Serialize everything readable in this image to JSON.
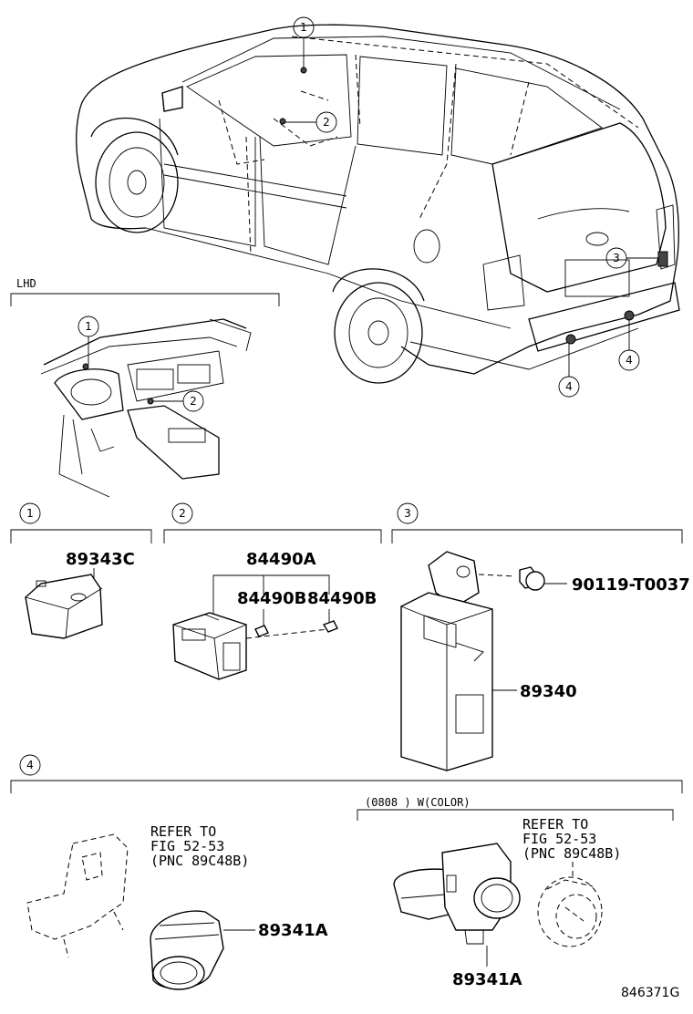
{
  "callouts": {
    "c1": "1",
    "c2": "2",
    "c3": "3",
    "c4": "4"
  },
  "sections": {
    "lhd_label": "LHD",
    "s1": {
      "number": "1",
      "part": "89343C"
    },
    "s2": {
      "number": "2",
      "assembly": "84490A",
      "sub_left": "84490B",
      "sub_right": "84490B"
    },
    "s3": {
      "number": "3",
      "bolt": "90119-T0037",
      "ecu": "89340"
    },
    "s4": {
      "number": "4",
      "refer_left": [
        "REFER TO",
        "FIG 52-53",
        "(PNC 89C48B)"
      ],
      "part_left": "89341A",
      "variant": "(0808      ) W(COLOR)",
      "refer_right": [
        "REFER TO",
        "FIG 52-53",
        "(PNC 89C48B)"
      ],
      "part_right": "89341A"
    }
  },
  "figure_id": "846371G"
}
